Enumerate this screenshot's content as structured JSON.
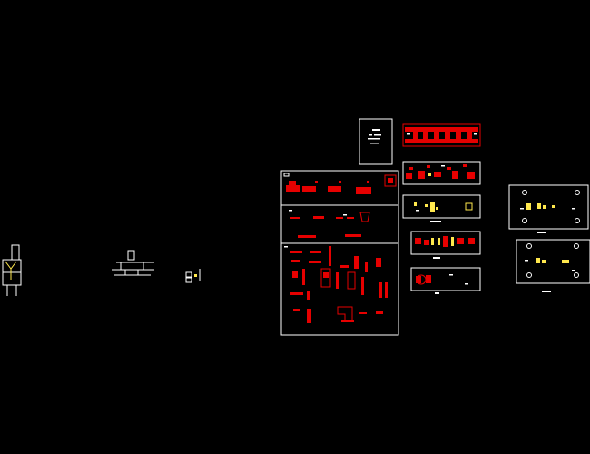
{
  "drawing": {
    "background": "#000000",
    "line_color": "#ffffff",
    "accent_red": "#e60000",
    "accent_yellow": "#ffe84d",
    "sheets": [
      {
        "id": "left-detail-part",
        "kind": "part-detail"
      },
      {
        "id": "fixture-side-view",
        "kind": "assembly-view"
      },
      {
        "id": "small-component",
        "kind": "part-detail"
      },
      {
        "id": "title-note-sheet",
        "kind": "note-sheet"
      },
      {
        "id": "component-sheet",
        "kind": "parts-sheet"
      },
      {
        "id": "strip-layout-1",
        "kind": "strip-layout"
      },
      {
        "id": "strip-layout-2",
        "kind": "strip-layout"
      },
      {
        "id": "die-plate-1",
        "kind": "plate"
      },
      {
        "id": "die-plate-2",
        "kind": "plate"
      },
      {
        "id": "die-plate-3",
        "kind": "plate"
      },
      {
        "id": "die-plate-4",
        "kind": "plate"
      },
      {
        "id": "die-plate-5",
        "kind": "plate"
      }
    ]
  }
}
